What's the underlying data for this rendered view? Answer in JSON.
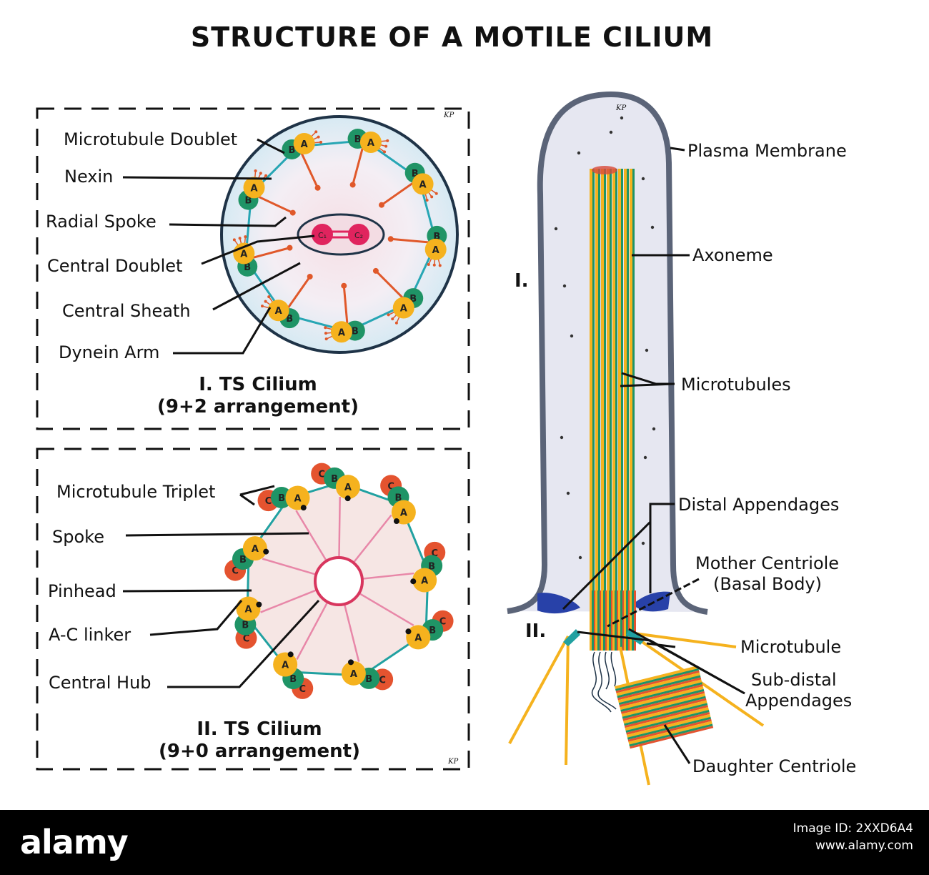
{
  "title": "STRUCTURE OF A MOTILE CILIUM",
  "panel1": {
    "labels": {
      "microtubule_doublet": "Microtubule Doublet",
      "nexin": "Nexin",
      "radial_spoke": "Radial Spoke",
      "central_doublet": "Central Doublet",
      "central_sheath": "Central Sheath",
      "dynein_arm": "Dynein Arm"
    },
    "caption_line1": "I. TS Cilium",
    "caption_line2": "(9+2 arrangement)",
    "doublet_letters": [
      "A",
      "B"
    ],
    "central_letters": [
      "C₁",
      "C₂"
    ],
    "artist_mark": "KP"
  },
  "panel2": {
    "labels": {
      "microtubule_triplet": "Microtubule Triplet",
      "spoke": "Spoke",
      "pinhead": "Pinhead",
      "ac_linker": "A-C linker",
      "central_hub": "Central Hub"
    },
    "caption_line1": "II. TS Cilium",
    "caption_line2": "(9+0 arrangement)",
    "triplet_letters": [
      "A",
      "B",
      "C"
    ],
    "artist_mark": "KP"
  },
  "longitudinal": {
    "region_1": "I.",
    "region_2": "II.",
    "artist_mark": "KP",
    "labels": {
      "plasma_membrane": "Plasma Membrane",
      "axoneme": "Axoneme",
      "microtubules": "Microtubules",
      "distal_appendages": "Distal Appendages",
      "mother_centriole_1": "Mother Centriole",
      "mother_centriole_2": "(Basal Body)",
      "microtubule": "Microtubule",
      "sub_distal_1": "Sub-distal",
      "sub_distal_2": "Appendages",
      "daughter_centriole": "Daughter Centriole"
    }
  },
  "footer": {
    "brand": "alamy",
    "image_id_label": "Image ID: 2XXD6A4",
    "site": "www.alamy.com"
  },
  "colors": {
    "a_tubule": "#f5b21e",
    "b_tubule": "#1f9466",
    "c_tubule": "#e4532f",
    "membrane": "#5b6478",
    "cilium_fill": "#e6e7f1",
    "ts_fill": "#cfe9f3",
    "central_pair": "#e0245e",
    "spoke_orange": "#e0582a",
    "spoke_pink": "#e887a8",
    "triplet_link": "#21a1a1",
    "basal_patch": "#2841a8"
  }
}
